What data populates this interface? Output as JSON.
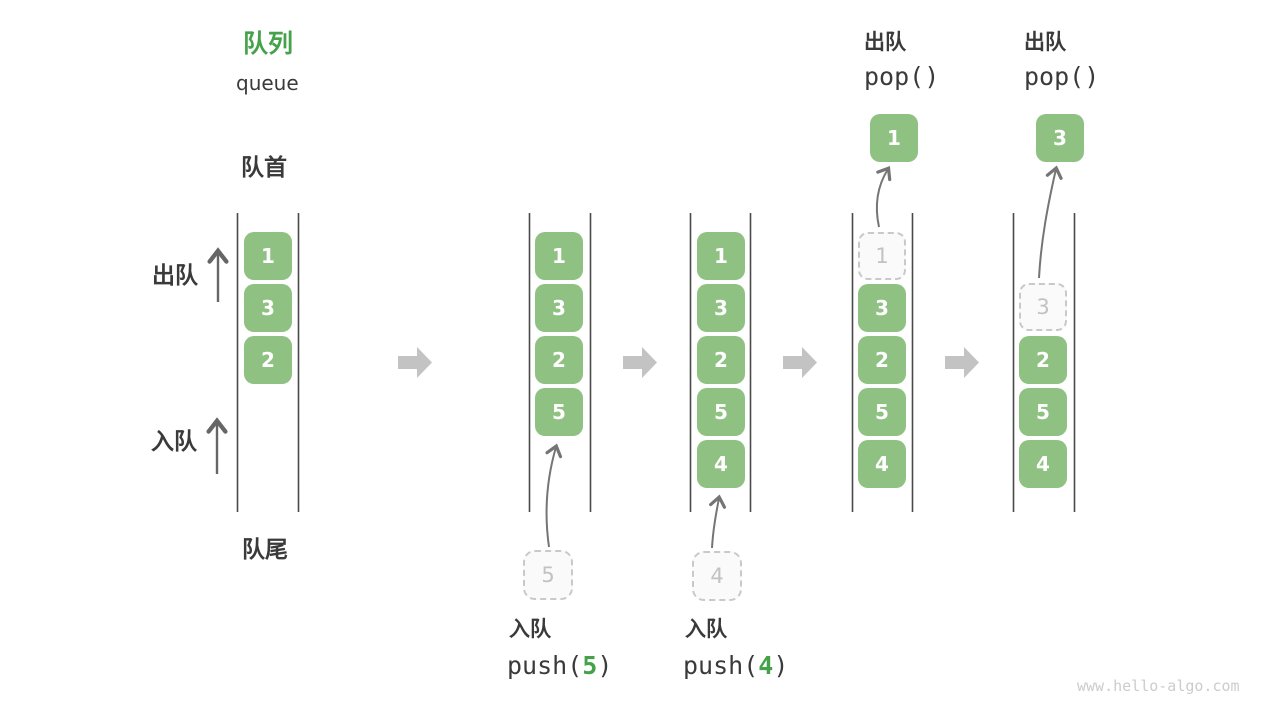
{
  "title": {
    "zh": "队列",
    "en": "queue"
  },
  "labels": {
    "front": "队首",
    "rear": "队尾",
    "dequeue_side": "出队",
    "enqueue_side": "入队"
  },
  "columns": [
    {
      "values": [
        "1",
        "3",
        "2"
      ]
    },
    {
      "values": [
        "1",
        "3",
        "2",
        "5"
      ],
      "pending": "5",
      "op": {
        "label": "入队",
        "fn": "push(",
        "arg": "5",
        "close": ")"
      }
    },
    {
      "values": [
        "1",
        "3",
        "2",
        "5",
        "4"
      ],
      "pending": "4",
      "op": {
        "label": "入队",
        "fn": "push(",
        "arg": "4",
        "close": ")"
      }
    },
    {
      "ghost": "1",
      "values": [
        "3",
        "2",
        "5",
        "4"
      ],
      "popped": "1",
      "op": {
        "label": "出队",
        "code": "pop()"
      }
    },
    {
      "ghost": "3",
      "values": [
        "2",
        "5",
        "4"
      ],
      "popped": "3",
      "op": {
        "label": "出队",
        "code": "pop()"
      }
    }
  ],
  "watermark": "www.hello-algo.com",
  "colors": {
    "accent_green": "#46A24A",
    "box_green": "#8FC183",
    "box_text": "#FFFFFF",
    "dashed_border": "#C9C9C9",
    "dashed_fill": "#FAFAFA",
    "dashed_text": "#C2C2C2",
    "channel_line": "#4A4A4A",
    "big_arrow": "#C3C3C3",
    "thin_arrow": "#757575",
    "text_dark": "#3A3A3A",
    "watermark": "#CCCCCC"
  }
}
